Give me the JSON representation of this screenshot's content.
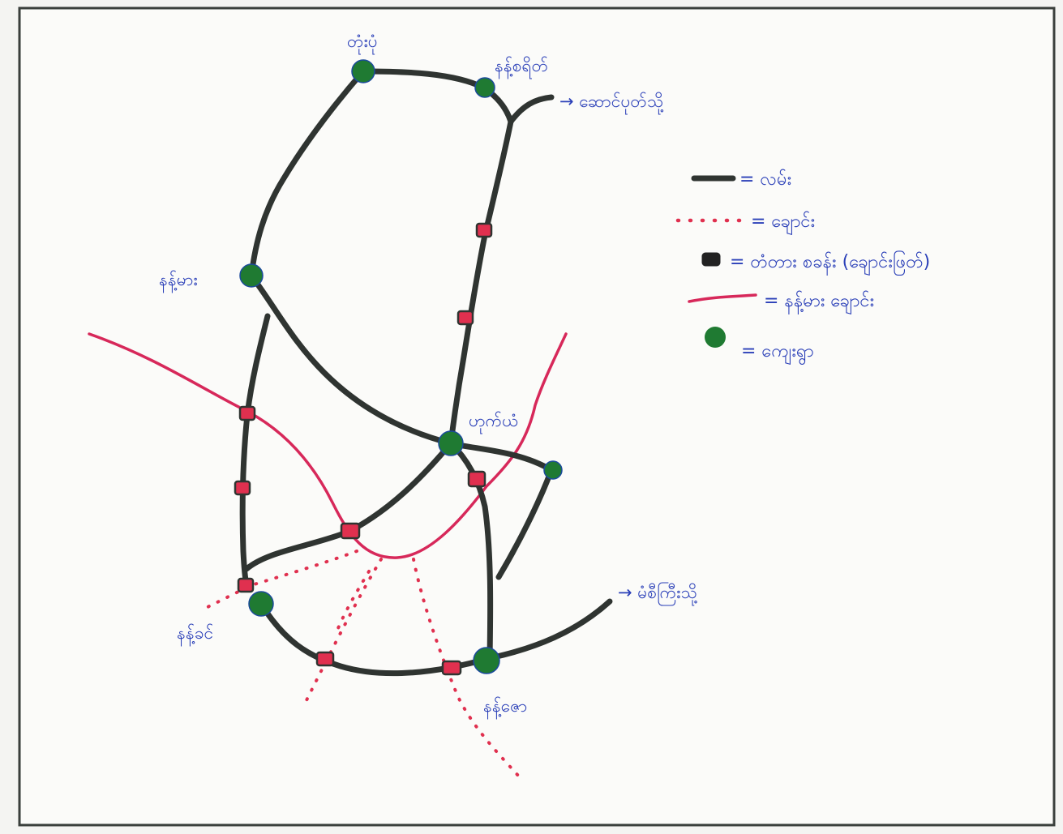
{
  "colors": {
    "road": "#2f3431",
    "path": "#e0304f",
    "river": "#d7285a",
    "village": "#1f7a32",
    "label": "#2a3fb8",
    "frame": "#3a3f3c",
    "paper": "#f4f4f2"
  },
  "villages": [
    {
      "id": "north",
      "label": "တုံးပုံ"
    },
    {
      "id": "northeast",
      "label": "နန့်စရိတ်"
    },
    {
      "id": "west",
      "label": "နန့်မား"
    },
    {
      "id": "center",
      "label": "ဟုက်ယံ"
    },
    {
      "id": "east",
      "label": ""
    },
    {
      "id": "southwest",
      "label": "နန့်ခင်"
    },
    {
      "id": "south",
      "label": "နန့်ဇော"
    }
  ],
  "directions": {
    "north_road": "→ ဆောင်ပုတ်သို့",
    "southeast_road": "→ မံစီကြီးသို့"
  },
  "legend": {
    "road": "= လမ်း",
    "path": "= ချောင်း",
    "bridge": "= တံတား စခန်း (ချောင်းဖြတ်)",
    "river": "= နန့်မား ချောင်း",
    "village": "= ကျေးရွာ"
  }
}
